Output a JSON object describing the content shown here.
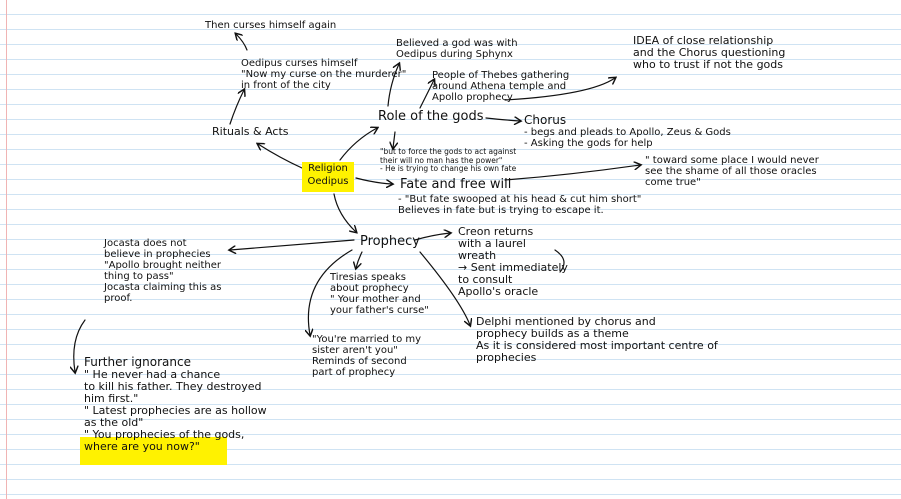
{
  "center": {
    "line1": "Religion",
    "line2": "Oedipus"
  },
  "nodes": {
    "role_of_gods": "Role of the gods",
    "fate_free_will": "Fate and free will",
    "prophecy": "Prophecy",
    "rituals": "Rituals & Acts"
  },
  "top": {
    "curses_again": "Then curses himself again",
    "curses": {
      "line1": "Oedipus curses himself",
      "line2": "\"Now my curse on the murderer\"",
      "line3": "in front of the city"
    },
    "god_with": {
      "line1": "Believed a god was with",
      "line2": "Oedipus during Sphynx"
    },
    "people": {
      "line1": "People of Thebes gathering",
      "line2": "around Athena temple and",
      "line3": "Apollo prophecy"
    },
    "idea": {
      "line1": "IDEA of close relationship",
      "line2": "and the Chorus questioning",
      "line3": "who to trust if not the gods"
    }
  },
  "chorus": {
    "title": "Chorus",
    "line1": "- begs and pleads to Apollo, Zeus & Gods",
    "line2": "- Asking the gods for help"
  },
  "role_quote": {
    "line1": "\"but to force the gods to act against",
    "line2": "their will no man has the power\"",
    "line3": "- He is trying to change his own fate"
  },
  "fate": {
    "line1": "- \"But fate swooped at his head & cut him short\"",
    "line2": "Believes in fate but is trying to escape it.",
    "quote1": "\" toward some place I would never",
    "quote2": "see the shame of all those oracles",
    "quote3": "come true\""
  },
  "jocasta": {
    "line1": "Jocasta does not",
    "line2": "believe in prophecies",
    "line3": "\"Apollo brought neither",
    "line4": "thing to pass\"",
    "line5": "Jocasta claiming this as",
    "line6": "proof."
  },
  "creon": {
    "line1": "Creon returns",
    "line2": "with a laurel",
    "line3": "wreath",
    "line4": "→ Sent immediately",
    "line5": "to consult",
    "line6": "Apollo's oracle"
  },
  "tiresias": {
    "line1": "Tiresias speaks",
    "line2": "about prophecy",
    "line3": "\" Your mother and",
    "line4": "your father's curse\""
  },
  "married": {
    "line1": "\"You're married to my",
    "line2": "sister aren't you\"",
    "line3": "Reminds of second",
    "line4": "part of prophecy"
  },
  "delphi": {
    "line1": "Delphi mentioned by chorus and",
    "line2": "prophecy builds as a theme",
    "line3": "As it is considered most important centre of",
    "line4": "prophecies"
  },
  "ignorance": {
    "line1": "Further ignorance",
    "line2": "\" He never had a chance",
    "line3": "to kill his father. They destroyed",
    "line4": "him first.\"",
    "line5": "\" Latest prophecies are as hollow",
    "line6": "as the old\"",
    "line7": "\" You prophecies of the gods,",
    "line8": "where are you now?\""
  },
  "colors": {
    "highlight": "#fff200",
    "ink": "#111111",
    "rule": "#cfe3f3",
    "margin": "#f0b4b4"
  }
}
